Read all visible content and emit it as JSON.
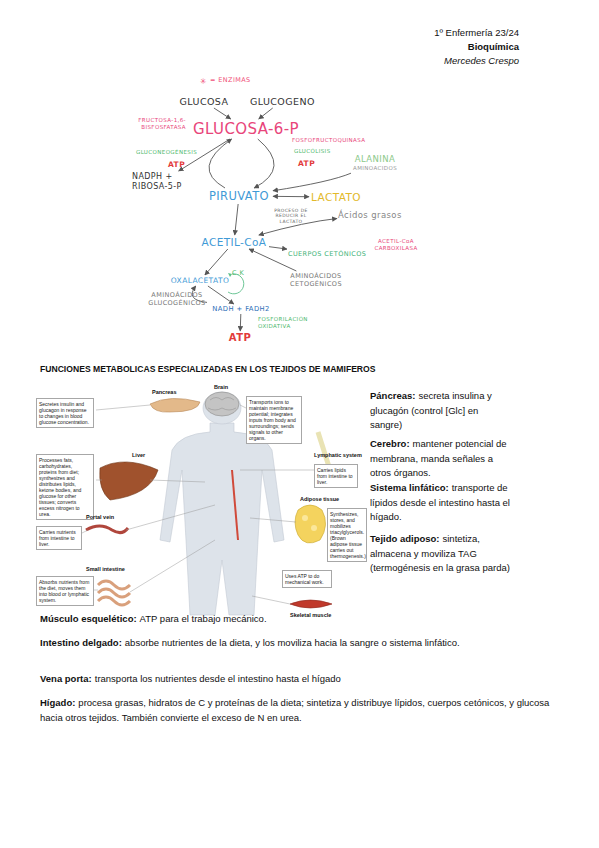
{
  "diagram": {
    "title": "FUNCIONES METABOLICAS ESPECIALIZADAS EN LOS TEJIDOS DE MAMIFEROS",
    "nodes": [
      {
        "text": [
          "GLUCOSA"
        ]
      },
      {
        "text": [
          "GLUCOGENO"
        ]
      },
      {
        "text": [
          "GLUCOSA-6-P"
        ]
      },
      {
        "text": [
          "NADPH + RIBOSA-5-P"
        ]
      },
      {
        "text": [
          "PIRUVATO"
        ]
      },
      {
        "text": [
          "LACTATO"
        ]
      },
      {
        "text": [
          "ALANINA",
          "AMINOACIDOS"
        ]
      },
      {
        "text": [
          "Ácidos grasos"
        ]
      },
      {
        "text": [
          "ACETIL-CoA"
        ]
      },
      {
        "text": [
          "CUERPOS CETÓNICOS"
        ]
      },
      {
        "text": [
          "AMINOÁCIDOS CETOGÉNICOS"
        ]
      },
      {
        "text": [
          "OXALACETATO"
        ]
      },
      {
        "text": [
          "AMINOÁCIDOS GLUCOGÉNICOS"
        ]
      },
      {
        "text": [
          "NADH + FADH2"
        ]
      },
      {
        "text": [
          "ATP"
        ]
      },
      {
        "text": [
          "Secretes insulin and glucagon in response to changes in blood glucose concentration."
        ]
      },
      {
        "text": [
          "Transports ions to maintain membrane potential; integrates inputs from body and surroundings; sends signals to other organs."
        ]
      },
      {
        "text": [
          "Carries lipids from intestine to liver."
        ]
      },
      {
        "text": [
          "Processes fats, carbohydrates, proteins from diet; synthesizes and distributes lipids, ketone bodies, and glucose for other tissues; converts excess nitrogen to urea."
        ]
      },
      {
        "text": [
          "Synthesizes, stores, and mobilizes triacylglycerols. (Brown adipose tissue carries out thermogenesis.)"
        ]
      },
      {
        "text": [
          "Carries nutrients from intestine to liver."
        ]
      },
      {
        "text": [
          "Absorbs nutrients from the diet, moves them into blood or lymphatic system."
        ]
      },
      {
        "text": [
          "Uses ATP to do mechanical work."
        ]
      }
    ],
    "edges": [
      {
        "from": 0,
        "to": 2,
        "arrow": "to"
      },
      {
        "from": 1,
        "to": 2,
        "arrow": "to"
      },
      {
        "from": 2,
        "to": 4,
        "arrow": "to"
      },
      {
        "from": 4,
        "to": 2,
        "arrow": "to"
      },
      {
        "from": 2,
        "to": 3,
        "arrow": "to"
      },
      {
        "from": 4,
        "to": 5,
        "arrow": "both"
      },
      {
        "from": 6,
        "to": 4,
        "arrow": "to"
      },
      {
        "from": 4,
        "to": 8,
        "arrow": "to"
      },
      {
        "from": 7,
        "to": 8,
        "arrow": "both"
      },
      {
        "from": 8,
        "to": 9,
        "arrow": "to"
      },
      {
        "from": 10,
        "to": 8,
        "arrow": "to"
      },
      {
        "from": 8,
        "to": 11,
        "arrow": "to"
      },
      {
        "from": 12,
        "to": 11,
        "arrow": "to"
      },
      {
        "from": 11,
        "to": 13,
        "arrow": "to"
      },
      {
        "from": 13,
        "to": 14,
        "label": "FOSFORILACIÓN OXIDATIVA",
        "arrow": "to"
      }
    ],
    "labels": [
      "1º Enfermería 23/24",
      "Bioquímica",
      "Mercedes Crespo",
      "= ENZIMAS",
      "FRUCTOSA-1,6-BISFOSFATASA",
      "GLUCONEOGÉNESIS",
      "ATP",
      "FOSFOFRUCTOQUINASA",
      "GLUCÓLISIS",
      "ATP",
      "PROCESO DE REDUCIR EL LACTATO",
      "ACETIL-CoA CARBOXILASA",
      "C.K",
      "Pancreas",
      "Brain",
      "Lymphatic system",
      "Liver",
      "Adipose tissue",
      "Portal vein",
      "Small intestine",
      "Skeletal muscle",
      "Páncreas:",
      "secreta insulina y glucagón (control [Glc] en sangre)",
      "Cerebro:",
      "mantener potencial de membrana, manda señales a otros órganos.",
      "Sistema linfático:",
      "transporte de lípidos desde el intestino hasta el hígado.",
      "Tejido adiposo:",
      "sintetiza, almacena y moviliza TAG (termogénesis en la grasa parda)",
      "Músculo esquelético:",
      "ATP para el trabajo mecánico.",
      "Intestino delgado:",
      "absorbe nutrientes de la dieta, y los moviliza hacia la sangre o sistema linfático.",
      "Vena porta:",
      "transporta los nutrientes desde el intestino hasta el hígado",
      "Hígado:",
      "procesa grasas, hidratos de C y proteínas de la dieta; sintetiza y distribuye lípidos, cuerpos cetónicos, y glucosa hacia otros tejidos. También convierte el exceso de N en urea."
    ]
  }
}
